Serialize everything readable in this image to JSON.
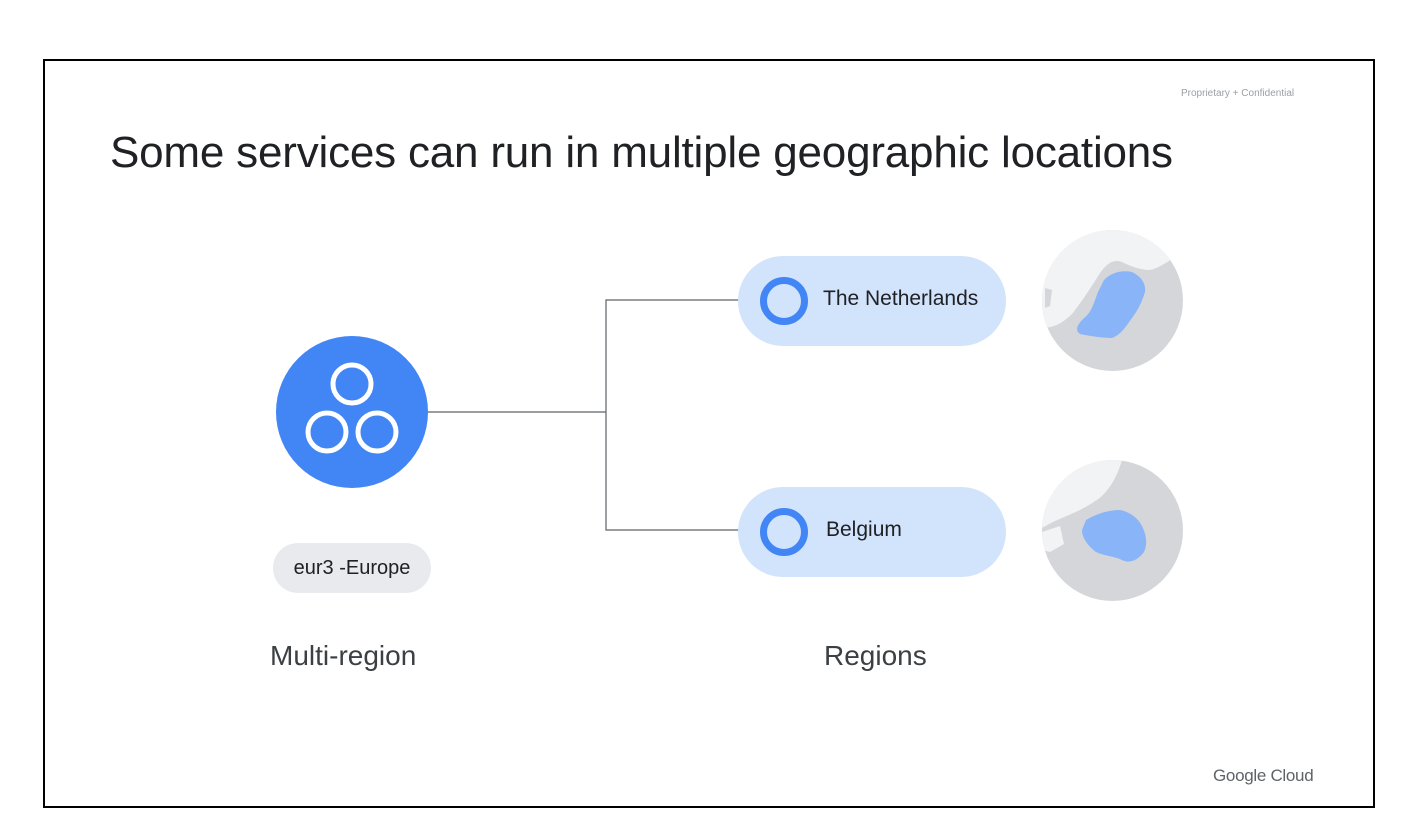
{
  "slide": {
    "confidential_label": "Proprietary + Confidential",
    "title": "Some services can run in multiple geographic locations",
    "brand": "Google Cloud"
  },
  "multi_region": {
    "icon": "three-circles-icon",
    "chip_label": "eur3 -Europe",
    "caption": "Multi-region"
  },
  "regions": {
    "caption": "Regions",
    "items": [
      {
        "label": "The Netherlands",
        "icon": "ring-icon",
        "map": "netherlands-map"
      },
      {
        "label": "Belgium",
        "icon": "ring-icon",
        "map": "belgium-map"
      }
    ]
  },
  "colors": {
    "primary_blue": "#4285f4",
    "pill_blue": "#d2e3fc",
    "chip_gray": "#e8eaed",
    "map_land_gray": "#d4d6da",
    "map_sea": "#f1f3f4",
    "map_highlight": "#8ab4f8"
  }
}
